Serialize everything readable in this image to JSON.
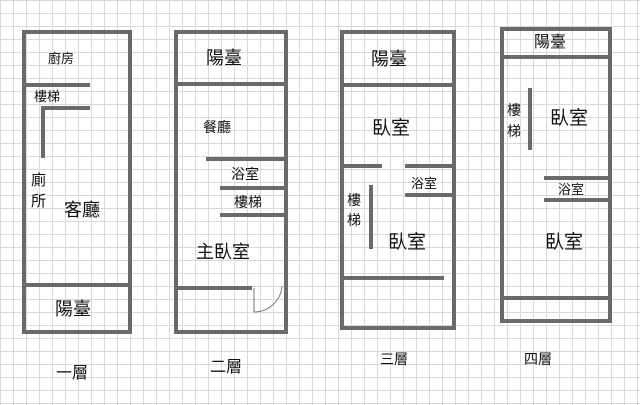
{
  "floors": [
    {
      "caption": "一層",
      "rooms": {
        "kitchen": "廚房",
        "stairs": "樓梯",
        "toilet_1": "廁",
        "toilet_2": "所",
        "living_room": "客廳",
        "balcony": "陽臺"
      }
    },
    {
      "caption": "二層",
      "rooms": {
        "balcony": "陽臺",
        "dining_room": "餐廳",
        "bathroom": "浴室",
        "stairs": "樓梯",
        "master_bedroom": "主臥室"
      }
    },
    {
      "caption": "三層",
      "rooms": {
        "balcony": "陽臺",
        "bedroom_1": "臥室",
        "bathroom": "浴室",
        "stairs_1": "樓",
        "stairs_2": "梯",
        "bedroom_2": "臥室"
      }
    },
    {
      "caption": "四層",
      "rooms": {
        "balcony": "陽臺",
        "stairs_1": "樓",
        "stairs_2": "梯",
        "bedroom_1": "臥室",
        "bathroom": "浴室",
        "bedroom_2": "臥室"
      }
    }
  ]
}
